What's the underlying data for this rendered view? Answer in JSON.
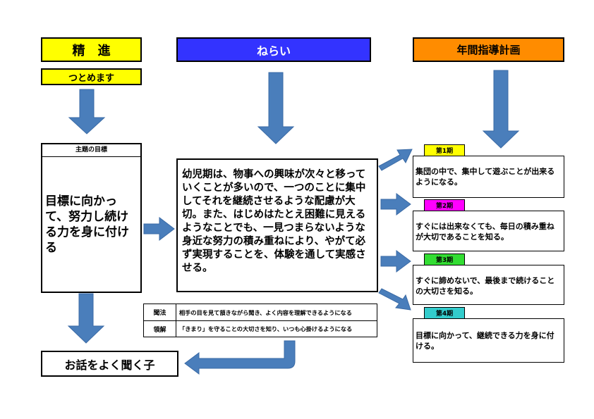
{
  "headers": {
    "shinten": "精　進",
    "tsutomemasu": "つとめます",
    "nerai": "ねらい",
    "nenkan": "年間指導計画"
  },
  "colors": {
    "yellow": "#ffff00",
    "blue": "#3333ff",
    "orange": "#ff8c00",
    "arrow": "#4a7ebb",
    "magenta": "#ff00ff",
    "green": "#33dd33",
    "cyan": "#33cccc"
  },
  "theme": {
    "label": "主題の目標",
    "text": "目標に向かって、努力し続ける力を身に付ける"
  },
  "aim": {
    "text": "幼児期は、物事への興味が次々と移っていくことが多いので、一つのことに集中してそれを継続させるような配慮が大切。また、はじめはたとえ困難に見えるようなことでも、一見つまらないような身近な努力の積み重ねにより、やがて必ず実現することを、体験を通して実感させる。"
  },
  "sub": [
    {
      "label": "聞法",
      "text": "相手の目を見て頷きながら聞き、よく内容を理解できるようになる"
    },
    {
      "label": "領解",
      "text": "「きまり」を守ることの大切さを知り、いつも心掛けるようになる"
    }
  ],
  "result": "お話をよく聞く子",
  "periods": [
    {
      "label": "第1期",
      "text": "集団の中で、集中して遊ぶことが出来るようになる。"
    },
    {
      "label": "第2期",
      "text": "すぐには出来なくても、毎日の積み重ねが大切であることを知る。"
    },
    {
      "label": "第3期",
      "text": "すぐに諦めないで、最後まで続けることの大切さを知る。"
    },
    {
      "label": "第4期",
      "text": "目標に向かって、継続できる力を身に付ける。"
    }
  ]
}
